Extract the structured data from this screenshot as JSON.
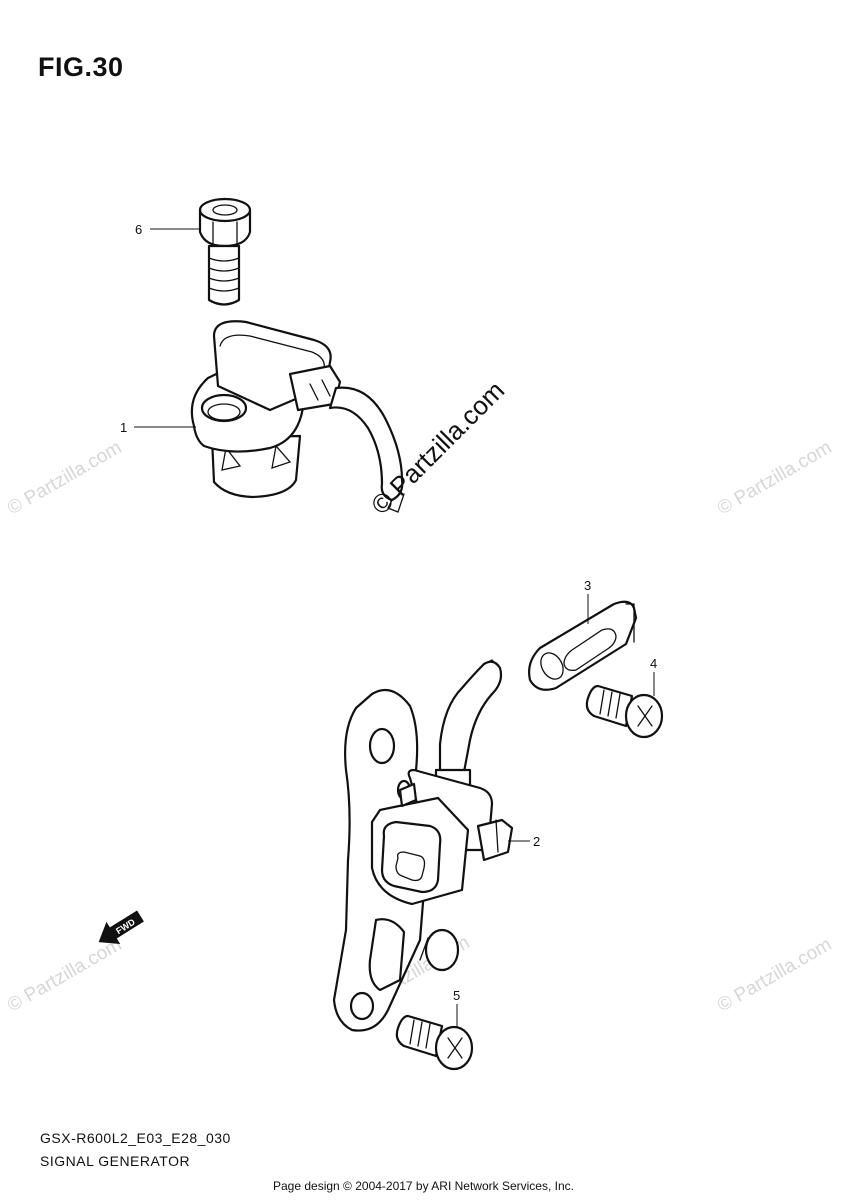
{
  "figure": {
    "title": "FIG.30",
    "model_code": "GSX-R600L2_E03_E28_030",
    "section_title": "SIGNAL GENERATOR"
  },
  "callouts": [
    {
      "id": "1",
      "label": "1"
    },
    {
      "id": "2",
      "label": "2"
    },
    {
      "id": "3",
      "label": "3"
    },
    {
      "id": "4",
      "label": "4"
    },
    {
      "id": "5",
      "label": "5"
    },
    {
      "id": "6",
      "label": "6"
    }
  ],
  "direction_marker": {
    "label": "FWD"
  },
  "watermarks": {
    "main": "© Partzilla.com",
    "faint": "© Partzilla.com"
  },
  "footer": {
    "credit": "Page design © 2004-2017 by ARI Network Services, Inc."
  },
  "colors": {
    "line": "#111111",
    "watermark": "#d6d6d6",
    "background": "#ffffff"
  }
}
